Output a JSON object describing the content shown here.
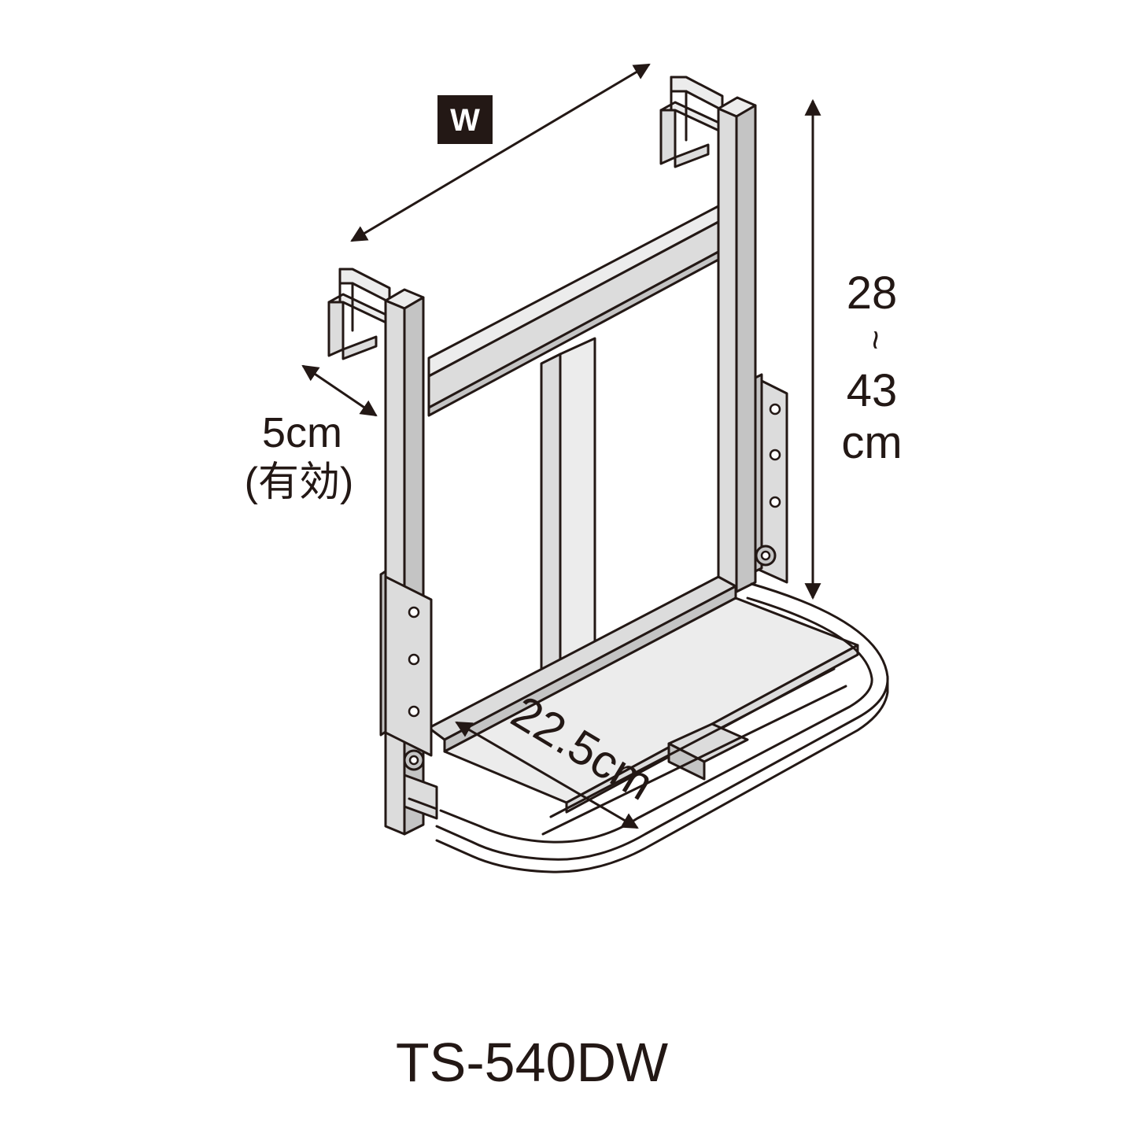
{
  "badge": {
    "label": "W",
    "bg_color": "#231815",
    "text_color": "#ffffff"
  },
  "dimensions": {
    "height_top": "28",
    "height_tilde": "~",
    "height_bottom": "43",
    "height_unit": "cm",
    "depth_value": "5cm",
    "depth_note": "(有効)",
    "step_depth": "22.5cm"
  },
  "model_name": "TS-540DW",
  "colors": {
    "line": "#231815",
    "metal_fill": "#dcdcdc",
    "background": "#ffffff"
  }
}
